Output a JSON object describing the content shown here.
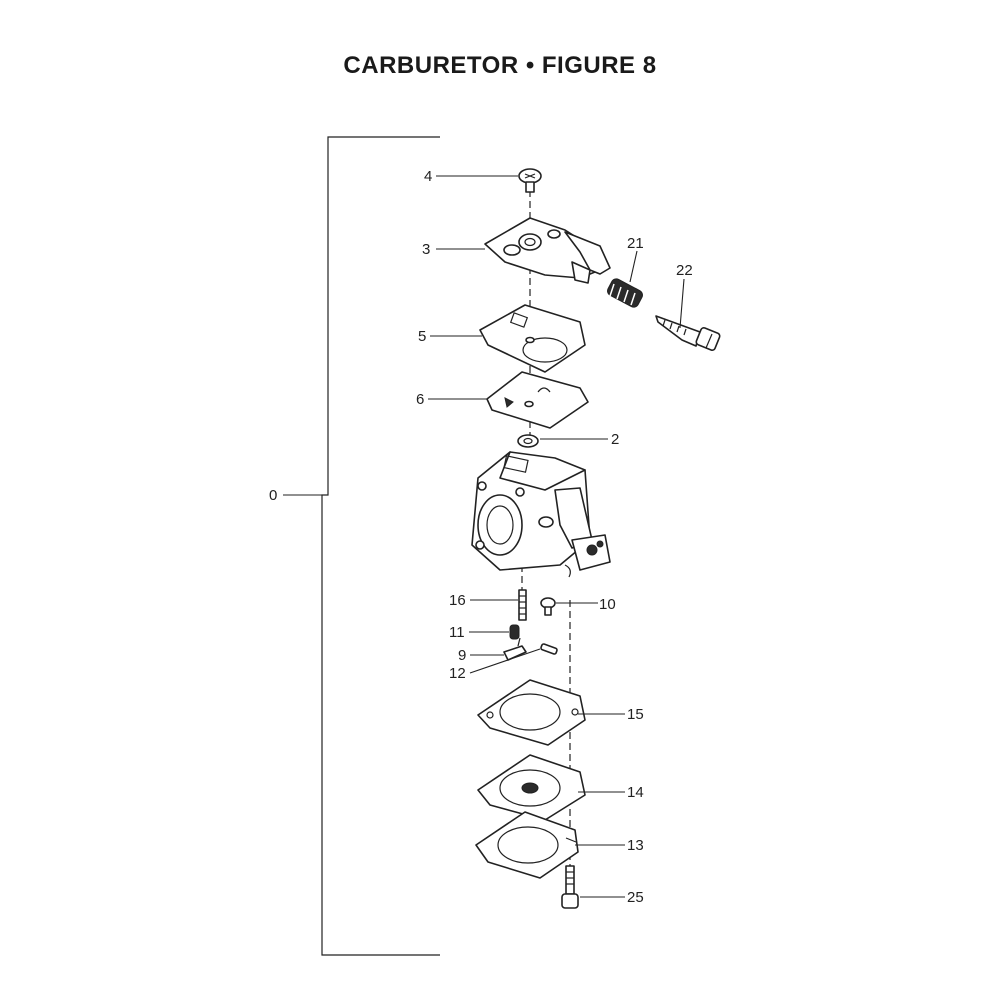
{
  "title": "CARBURETOR  •  FIGURE 8",
  "callouts": {
    "c0": "0",
    "c2": "2",
    "c3": "3",
    "c4": "4",
    "c5": "5",
    "c6": "6",
    "c9": "9",
    "c10": "10",
    "c11": "11",
    "c12": "12",
    "c13": "13",
    "c14": "14",
    "c15": "15",
    "c16": "16",
    "c21": "21",
    "c22": "22",
    "c25": "25"
  }
}
